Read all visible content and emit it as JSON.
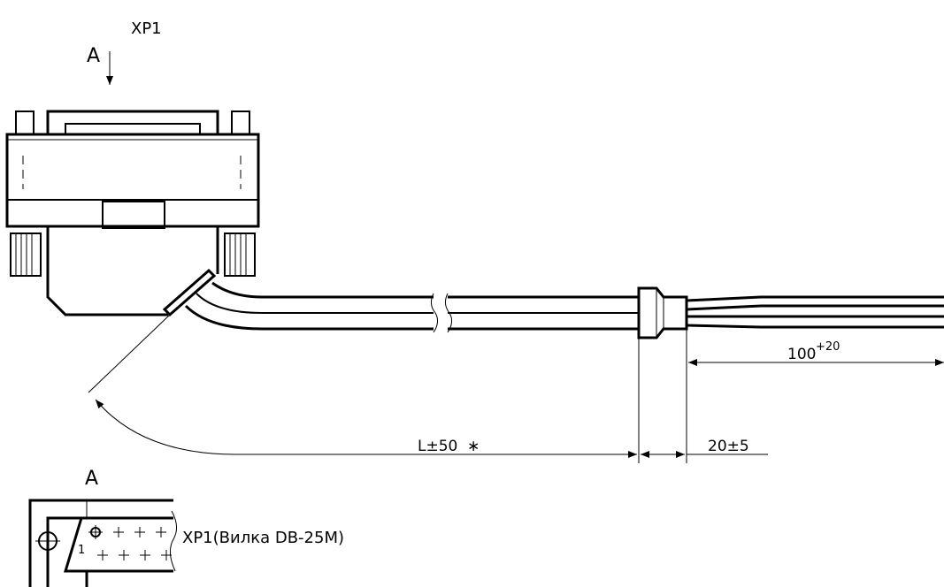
{
  "labels": {
    "connector_ref_top": "XP1",
    "view_marker_top": "A",
    "view_title": "A",
    "pin_number": "1",
    "connector_caption": "XP1(Вилка DB-25M)"
  },
  "dimensions": {
    "length": "L±50",
    "length_mark": "∗",
    "strip": "20±5",
    "wire_nominal": "100",
    "wire_tolerance": "+20"
  }
}
